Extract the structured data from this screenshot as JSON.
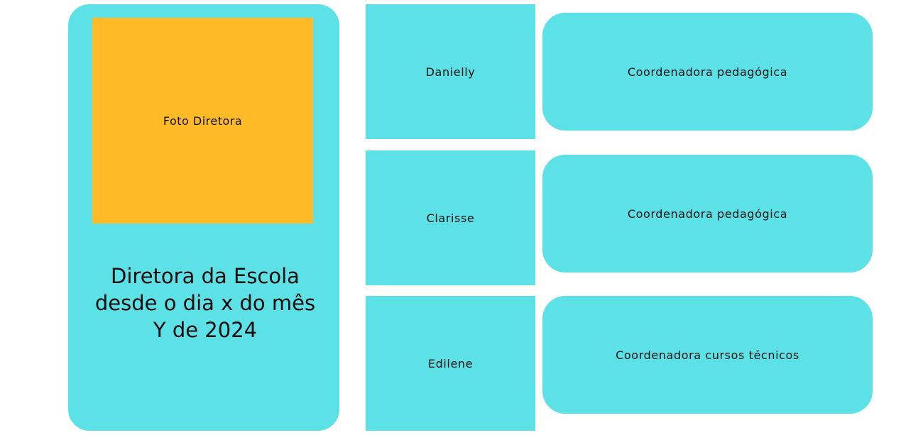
{
  "colors": {
    "card": "#5ce1e6",
    "photo_placeholder": "#febb27",
    "text": "#111111"
  },
  "director": {
    "photo_label": "Foto Diretora",
    "description": "Diretora da Escola desde o dia x do mês Y de 2024"
  },
  "staff": [
    {
      "name": "Danielly",
      "role": "Coordenadora pedagógica"
    },
    {
      "name": "Clarisse",
      "role": "Coordenadora pedagógica"
    },
    {
      "name": "Edilene",
      "role": "Coordenadora cursos técnicos"
    }
  ]
}
